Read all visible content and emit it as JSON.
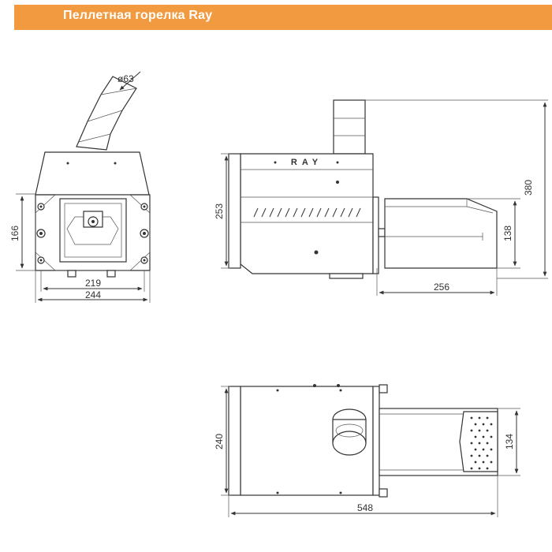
{
  "header": {
    "title": "Пеллетная горелка Ray"
  },
  "diagram": {
    "brand_label": "RAY",
    "front_view": {
      "diameter": "ø63",
      "height": "166",
      "inner_width": "219",
      "outer_width": "244"
    },
    "side_view": {
      "height": "253",
      "total_height": "380",
      "tube_height": "138",
      "tube_length": "256"
    },
    "top_view": {
      "width": "240",
      "tube_width": "134",
      "total_length": "548"
    }
  },
  "colors": {
    "header_bg": "#f29a3f",
    "header_text": "#ffffff",
    "line": "#333333"
  }
}
